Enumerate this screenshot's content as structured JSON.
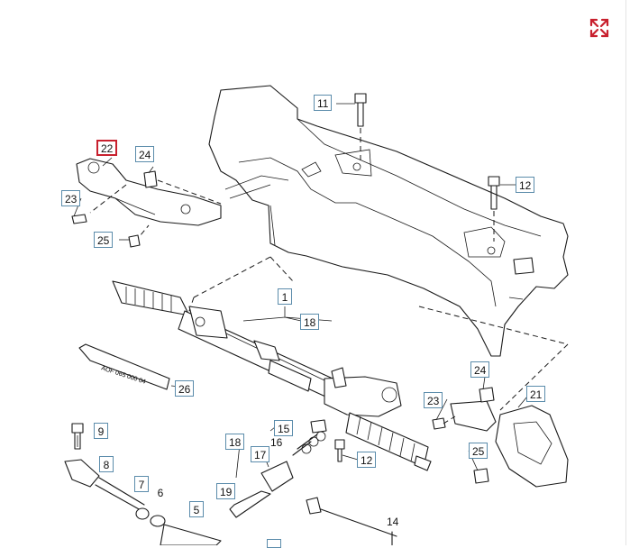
{
  "toolbar": {
    "expand_icon": "expand-arrows-icon",
    "accent_color": "#c8202e"
  },
  "tube": {
    "label": "AOF 065 000 04"
  },
  "callouts": [
    {
      "id": "c1",
      "label": "1"
    },
    {
      "id": "c5",
      "label": "5"
    },
    {
      "id": "c6",
      "label": "6"
    },
    {
      "id": "c7",
      "label": "7"
    },
    {
      "id": "c8",
      "label": "8"
    },
    {
      "id": "c9",
      "label": "9"
    },
    {
      "id": "c11",
      "label": "11"
    },
    {
      "id": "c12a",
      "label": "12"
    },
    {
      "id": "c12b",
      "label": "12"
    },
    {
      "id": "c14",
      "label": "14"
    },
    {
      "id": "c15",
      "label": "15"
    },
    {
      "id": "c16",
      "label": "16"
    },
    {
      "id": "c17",
      "label": "17"
    },
    {
      "id": "c18a",
      "label": "18"
    },
    {
      "id": "c18b",
      "label": "18"
    },
    {
      "id": "c19",
      "label": "19"
    },
    {
      "id": "c21",
      "label": "21"
    },
    {
      "id": "c22",
      "label": "22"
    },
    {
      "id": "c23a",
      "label": "23"
    },
    {
      "id": "c23b",
      "label": "23"
    },
    {
      "id": "c24a",
      "label": "24"
    },
    {
      "id": "c24b",
      "label": "24"
    },
    {
      "id": "c25a",
      "label": "25"
    },
    {
      "id": "c25b",
      "label": "25"
    },
    {
      "id": "c26",
      "label": "26"
    }
  ]
}
